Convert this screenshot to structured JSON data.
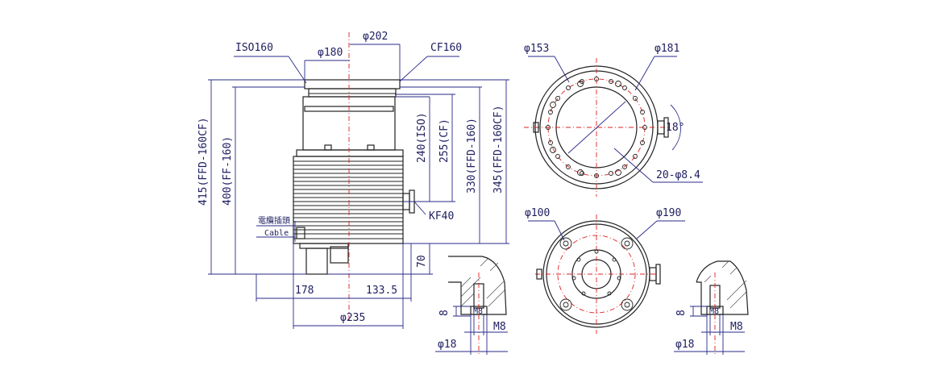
{
  "labels": {
    "iso160": "ISO160",
    "phi180": "φ180",
    "phi202": "φ202",
    "cf160": "CF160",
    "h415": "415(FFD-160CF)",
    "h400": "400(FF-160)",
    "h240": "240(ISO)",
    "h255": "255(CF)",
    "h330": "330(FFD-160)",
    "h345": "345(FFD-160CF)",
    "kf40": "KF40",
    "cable_cn": "電纜插頭",
    "cable_en": "Cable",
    "h70": "70",
    "w178": "178",
    "w133": "133.5",
    "phi235": "φ235",
    "phi153": "φ153",
    "phi181": "φ181",
    "angle18": "18°",
    "holes": "20-φ8.4",
    "phi100": "φ100",
    "phi190": "φ190",
    "m8_left": "M8",
    "phi18_left": "φ18",
    "eight_left": "8",
    "m8_right": "M8",
    "phi18_right": "φ18",
    "eight_right": "8",
    "bolt_mark": "M8",
    "bolt_mark_right": "M8"
  }
}
